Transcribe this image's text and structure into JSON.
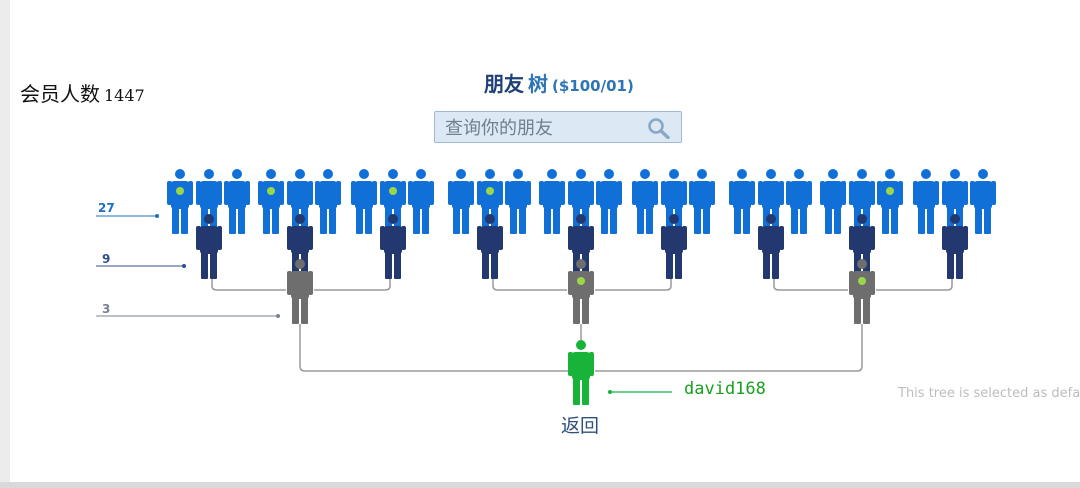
{
  "member_count": {
    "label": "会员人数",
    "value": "1447"
  },
  "title": {
    "part1": "朋友",
    "part2": "树",
    "part3": "($100/01)"
  },
  "search": {
    "placeholder": "查询你的朋友",
    "icon": "search-icon"
  },
  "levels": [
    {
      "label": "27",
      "color": "#1f6fc4"
    },
    {
      "label": "9",
      "color": "#2f4f8f"
    },
    {
      "label": "3",
      "color": "#7a8290"
    }
  ],
  "root": {
    "username": "david168",
    "back_label": "返回"
  },
  "default_note": "This tree is selected as defa",
  "colors": {
    "level1": "#1070d8",
    "level2": "#22386e",
    "level3": "#6e6e6e",
    "root": "#18b43a",
    "dot": "#9ad64a",
    "connector": "#9a9a9a"
  },
  "highlighted_level1": [
    0,
    3,
    7,
    10,
    23
  ],
  "highlighted_level3": [
    1,
    2
  ]
}
